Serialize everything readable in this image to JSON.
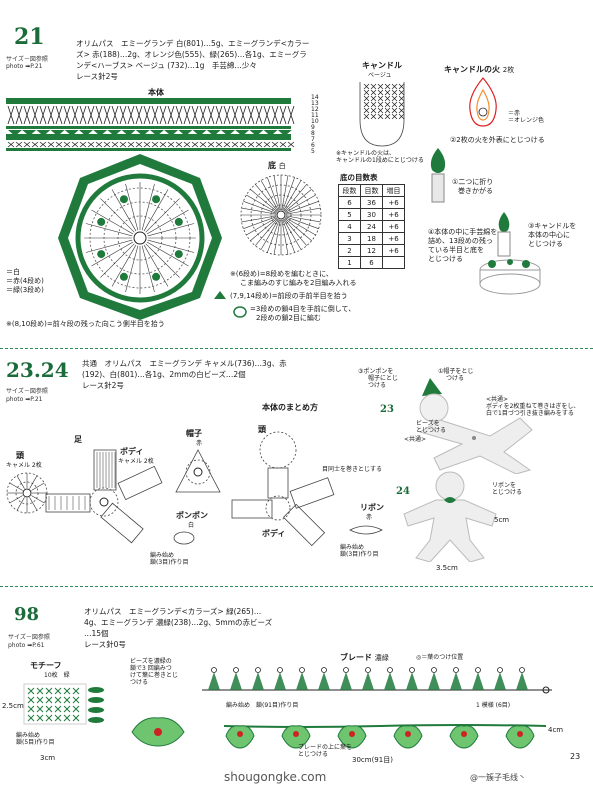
{
  "sec21": {
    "num": "21",
    "size_note": "サイズ－図参照",
    "photo": "photo ➡P.21",
    "materials": [
      "オリムパス　エミーグランデ 白(801)…5g、エミーグランデ<カラー",
      "ズ> 赤(188)…2g、オレンジ色(555)、緑(265)…各1g、エミーグラ",
      "ンデ<ハーブス> ベージュ (732)…1g　手芸綿…少々",
      "レース針2号"
    ],
    "body_label": "本体",
    "legend": [
      "＝白",
      "＝赤(4段め)",
      "＝緑(3段め)"
    ],
    "bottom_label": "底",
    "bottom_color": "白",
    "candle_label": "キャンドル",
    "candle_color": "ベージュ",
    "flame_label": "キャンドルの火",
    "flame_count": "2枚",
    "flame_legend": [
      "＝赤",
      "＝オレンジ色"
    ],
    "candle_note": [
      "※キャンドルの火は、",
      "キャンドルの1段めにとじつける"
    ],
    "step2": "②2枚の火を外表にとじつける",
    "step1": [
      "①二つに折り",
      "巻きかがる"
    ],
    "step4": [
      "④本体の中に手芸綿を",
      "詰め、13段めの残っ",
      "ている半目と底を",
      "とじつける"
    ],
    "step3": [
      "③キャンドルを",
      "本体の中心に",
      "とじつける"
    ],
    "note6": [
      "※(6段め)=8段めを編むときに、",
      "こま編みのすじ編みを2目編み入れる"
    ],
    "note7": "(7,9,14段め)=前段の手前半目を拾う",
    "note3": [
      "=3段めの鎖4目を手前に倒して、",
      "2段めの鎖2目に編む"
    ],
    "note8": "※(8,10段め)=前々段の残った向こう側半目を拾う",
    "table": {
      "title": "底の目数表",
      "headers": [
        "段数",
        "目数",
        "増目"
      ],
      "rows": [
        [
          "6",
          "36",
          "+6"
        ],
        [
          "5",
          "30",
          "+6"
        ],
        [
          "4",
          "24",
          "+6"
        ],
        [
          "3",
          "18",
          "+6"
        ],
        [
          "2",
          "12",
          "+6"
        ],
        [
          "1",
          "6",
          ""
        ]
      ]
    },
    "row_nums": [
      "14",
      "13",
      "12",
      "11",
      "10",
      "9",
      "8",
      "7",
      "6",
      "5"
    ]
  },
  "sec2324": {
    "num": "23.24",
    "size_note": "サイズ－図参照",
    "photo": "photo ➡P.21",
    "materials": [
      "共通　オリムパス　エミーグランデ キャメル(736)…3g、赤",
      "(192)、白(801)…各1g、2mmの白ビーズ…2個",
      "レース針2号"
    ],
    "head_label": "頭",
    "head_color": "キャメル 2枚",
    "legs_label": "足",
    "body_label": "ボディ",
    "body_color": "キャメル 2枚",
    "hat_label": "帽子",
    "hat_color": "赤",
    "pompom_label": "ポンポン",
    "pompom_color": "白",
    "assembly_label": "本体のまとめ方",
    "assembly_head": "頭",
    "assembly_body": "ボディ",
    "assembly_note": "目同士を巻きとじする",
    "ribbon_label": "リボン",
    "ribbon_color": "赤",
    "start_chain": [
      "編み始め",
      "鎖(3目)作り目"
    ],
    "start_chain2": [
      "編み始め",
      "鎖(3目)作り目"
    ],
    "fig23_label": "23",
    "fig24_label": "24",
    "fig23_notes": [
      "③ポンポンを",
      "帽子にとじ",
      "つける",
      "①帽子をとじ",
      "つける"
    ],
    "common_note": [
      "<共通>",
      "ボディを2枚重ねて巻きはぎをし、",
      "白で1目づつ引き抜き編みをする"
    ],
    "bead_note": [
      "ビーズを",
      "とじつける"
    ],
    "common_tag": "<共通>",
    "ribbon_note": [
      "リボンを",
      "とじつける"
    ],
    "dim_h": "5cm",
    "dim_w": "3.5cm"
  },
  "sec98": {
    "num": "98",
    "size_note": "サイズ－図参照",
    "photo": "photo ➡P.61",
    "materials": [
      "オリムパス　エミーグランデ<カラーズ> 緑(265)…",
      "4g、エミーグランデ 濃緑(238)…2g、5mmの赤ビーズ",
      "…15個",
      "レース針0号"
    ],
    "motif_label": "モチーフ",
    "motif_count": "10枚　緑",
    "bead_note": [
      "ビーズを濃緑の",
      "鎖で3 回編みつ",
      "けて葉に巻きとじ",
      "つける"
    ],
    "braid_label": "ブレード",
    "braid_color": "濃緑",
    "leaf_pos": "◎＝葉のつけ位置",
    "braid_start": "編み始め　鎖(91目)作り目",
    "pattern_note": "1 模様 (6目)",
    "motif_h": "2.5cm",
    "motif_start": [
      "編み始め",
      "鎖(5目)作り目"
    ],
    "motif_w": "3cm",
    "braid_note": [
      "ブレードの上に葉を",
      "とじつける"
    ],
    "dim_w": "30cm(91目)",
    "dim_h": "4cm"
  },
  "footer": {
    "page": "23",
    "site": "shougongke.com",
    "watermark": "@一簇子毛线丶"
  },
  "colors": {
    "green": "#1f7a3c",
    "light_green": "#8fd08f",
    "red": "#d22",
    "orange": "#f28c28"
  }
}
